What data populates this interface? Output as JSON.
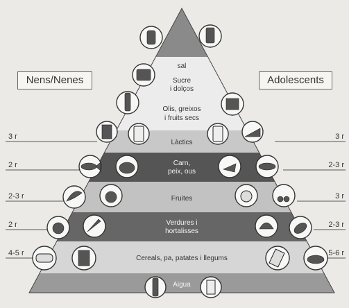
{
  "headers": {
    "left": "Nens/Nenes",
    "right": "Adolescents"
  },
  "pyramid": {
    "top_label": "sal",
    "levels": [
      {
        "label_lines": [
          "Sucre",
          "i dolços"
        ]
      },
      {
        "label_lines": [
          "Olis, greixos",
          "i fruits secs"
        ]
      },
      {
        "label_lines": [
          "Làctics"
        ]
      },
      {
        "label_lines": [
          "Carn,",
          "peix, ous"
        ]
      },
      {
        "label_lines": [
          "Fruites"
        ]
      },
      {
        "label_lines": [
          "Verdures i",
          "hortalisses"
        ]
      },
      {
        "label_lines": [
          "Cereals, pa, patates i llegums"
        ]
      },
      {
        "label_lines": [
          "Aigua"
        ]
      }
    ]
  },
  "rations_left": [
    "3 r",
    "2 r",
    "2-3 r",
    "2 r",
    "4-5 r"
  ],
  "rations_right": [
    "3 r",
    "2-3 r",
    "3 r",
    "2-3 r",
    "5-6 r"
  ],
  "food_icons": [
    "salt-shaker",
    "sugar-jar",
    "oil-bottle",
    "sweets-box",
    "nuts-jar",
    "butter-tin",
    "milk-carton",
    "glass-of-milk",
    "yogurt-cup",
    "cheese",
    "fish",
    "roast-chicken",
    "ham",
    "fish-fillet",
    "apple",
    "banana",
    "pear",
    "orange",
    "cherries",
    "tomato",
    "carrots",
    "lettuce",
    "aubergine",
    "bread",
    "rice-pack",
    "pasta",
    "beans-plate",
    "water-bottle",
    "water-glass"
  ],
  "colors": {
    "dark_band": "#555555",
    "mid_band": "#8a8a8a",
    "light_band": "#c8c8c8",
    "lightest_band": "#e4e4e4"
  }
}
